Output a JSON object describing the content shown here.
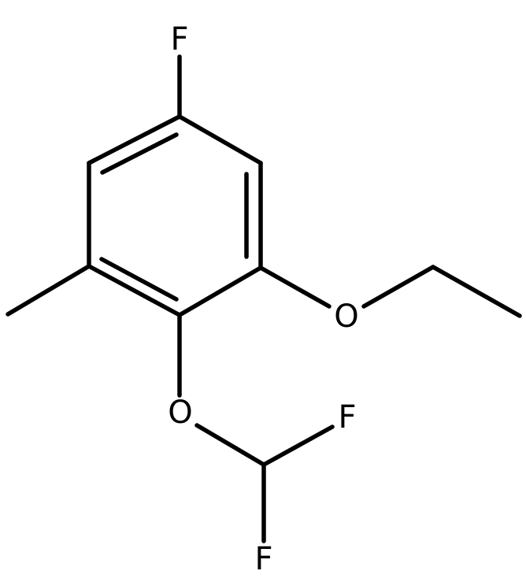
{
  "molecule": {
    "atoms": {
      "F_top": "F",
      "O_ethoxy": "O",
      "O_difluoromethoxy": "O",
      "F_right": "F",
      "F_bottom": "F"
    }
  },
  "colors": {
    "bond": "#000000",
    "label": "#000000",
    "background": "#ffffff"
  }
}
